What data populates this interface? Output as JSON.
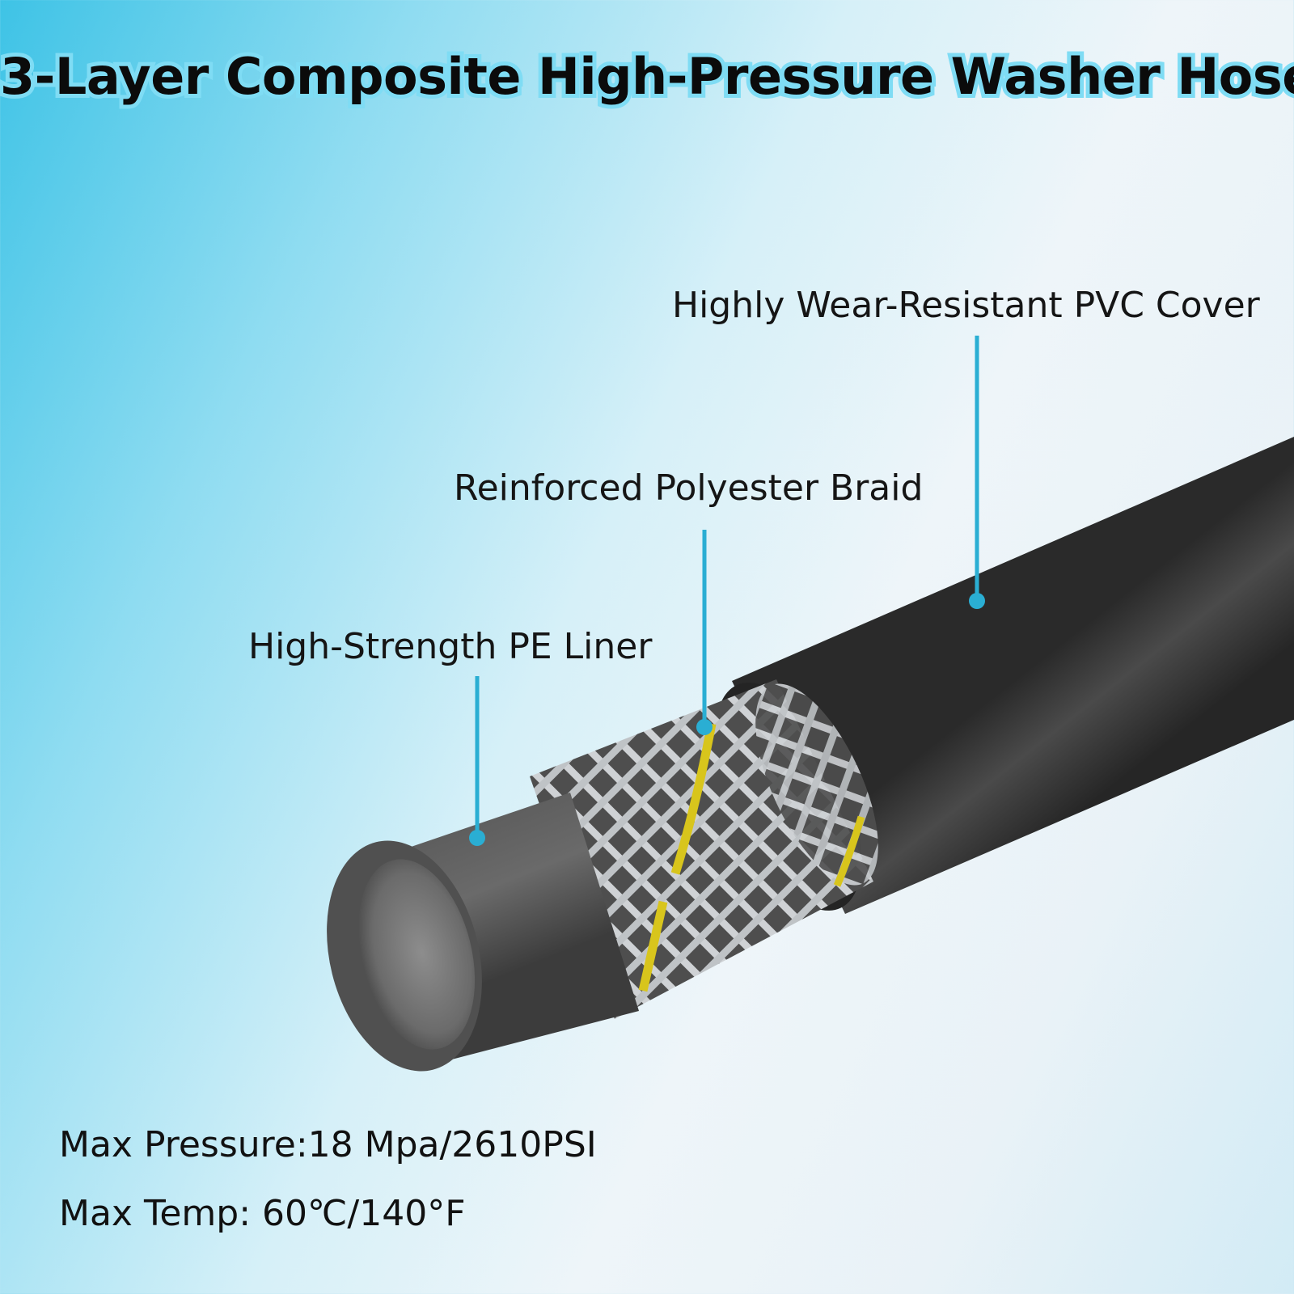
{
  "title": "3-Layer Composite High-Pressure Washer Hose",
  "callouts": {
    "cover": "Highly Wear-Resistant PVC Cover",
    "braid": "Reinforced Polyester Braid",
    "liner": "High-Strength PE Liner"
  },
  "specs": {
    "pressure": "Max Pressure:18 Mpa/2610PSI",
    "temp": "Max Temp: 60℃/140°F"
  },
  "colors": {
    "accent": "#2aaed3",
    "hose": "#3a3a3a",
    "braid": "#c9cccf",
    "tracer": "#d9c61e"
  }
}
